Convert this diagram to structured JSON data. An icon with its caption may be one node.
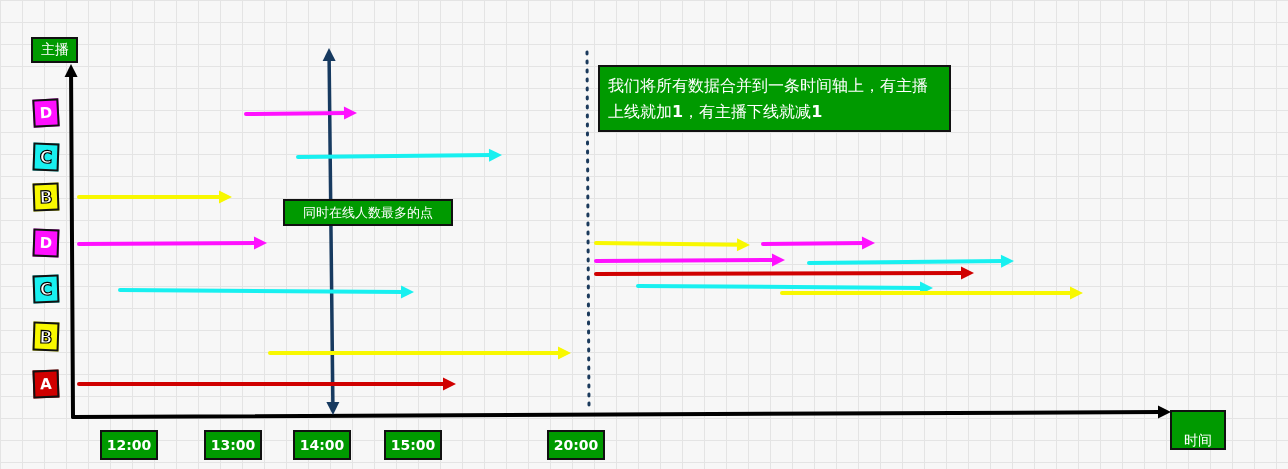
{
  "diagram": {
    "nodes": [
      {
        "text": [
          "主播"
        ]
      },
      {
        "text": [
          "D"
        ]
      },
      {
        "text": [
          "C"
        ]
      },
      {
        "text": [
          "B"
        ]
      },
      {
        "text": [
          "D"
        ]
      },
      {
        "text": [
          "C"
        ]
      },
      {
        "text": [
          "B"
        ]
      },
      {
        "text": [
          "A"
        ]
      },
      {
        "text": [
          "同时在线人数最多的点"
        ]
      },
      {
        "text": [
          "我们将所有数据合并到一条时间轴上，有主播上线就加**1**，有主播下线就减**1**"
        ]
      },
      {
        "text": [
          "12:00"
        ]
      },
      {
        "text": [
          "13:00"
        ]
      },
      {
        "text": [
          "14:00"
        ]
      },
      {
        "text": [
          "15:00"
        ]
      },
      {
        "text": [
          "20:00"
        ]
      },
      {
        "text": [
          "时间"
        ]
      }
    ],
    "edges": [
      {
        "from": null,
        "to": 0,
        "arrow": "to"
      },
      {
        "from": null,
        "to": 15,
        "arrow": "to"
      }
    ]
  }
}
